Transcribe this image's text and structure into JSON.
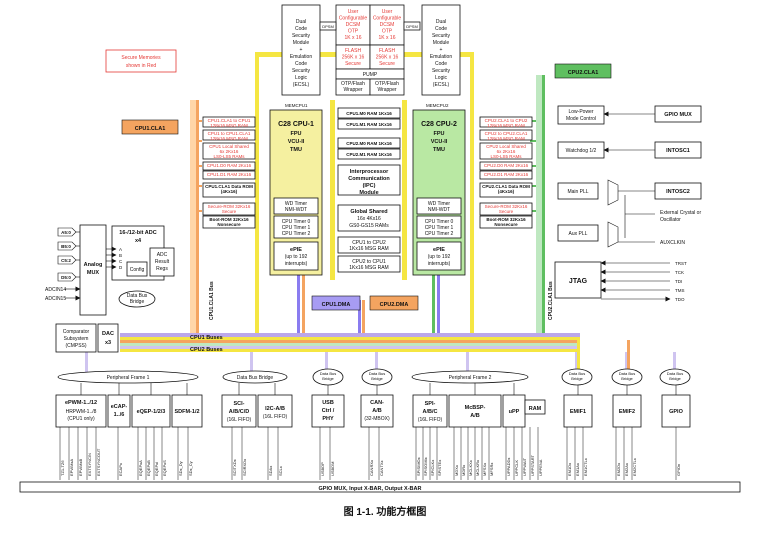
{
  "caption": "图 1-1. 功能方框图",
  "secure_note": [
    "Secure Memories",
    "shown in Red"
  ],
  "cla": {
    "cla1": "CPU1.CLA1",
    "cla2": "CPU2.CLA1",
    "cla1_bus": "CPU1.CLA1 Bus",
    "cla2_bus": "CPU2.CLA1 Bus"
  },
  "cpu1": {
    "lines": [
      "C28 CPU-1",
      "FPU",
      "VCU-II",
      "TMU"
    ],
    "wd": [
      "WD Timer",
      "NMI-WDT"
    ],
    "timers": [
      "CPU Timer 0",
      "CPU Timer 1",
      "CPU Timer 2"
    ],
    "epie": [
      "ePIE",
      "(up to 192",
      "interrupts)"
    ],
    "memcpu": "MEMCPU1"
  },
  "cpu2": {
    "lines": [
      "C28 CPU-2",
      "FPU",
      "VCU-II",
      "TMU"
    ],
    "wd": [
      "WD Timer",
      "NMI-WDT"
    ],
    "timers": [
      "CPU Timer 0",
      "CPU Timer 1",
      "CPU Timer 2"
    ],
    "epie": [
      "ePIE",
      "(up to 192",
      "interrupts)"
    ],
    "memcpu": "MEMCPU2"
  },
  "left_mem": [
    [
      "CPU1.CLA1 to CPU1",
      "128x16 MSG RAM"
    ],
    [
      "CPU1 to CPU1.CLA1",
      "128x16 MSG RAM"
    ],
    [
      "CPU1 Local Shared",
      "6x 2Kx16",
      "LS0-LS5 RAMs"
    ],
    [
      "CPU1.D0 RAM 2Kx16"
    ],
    [
      "CPU1.D1 RAM 2Kx16"
    ],
    [
      "CPU1.CLA1 Data ROM",
      "(4Kx16)"
    ],
    [
      "Secure-ROM 32Kx16",
      "Secure"
    ],
    [
      "Boot-ROM 32Kx16",
      "Nonsecure"
    ]
  ],
  "right_mem": [
    [
      "CPU2.CLA1 to CPU2",
      "128x16 MSG RAM"
    ],
    [
      "CPU2 to CPU2.CLA1",
      "128x16 MSG RAM"
    ],
    [
      "CPU2 Local Shared",
      "6x 2Kx16",
      "LS0-LS5 RAMs"
    ],
    [
      "CPU2.D0 RAM 2Kx16"
    ],
    [
      "CPU2.D1 RAM 2Kx16"
    ],
    [
      "CPU2.CLA1 Data ROM",
      "(4Kx16)"
    ],
    [
      "Secure-ROM 32Kx16",
      "Secure"
    ],
    [
      "Boot-ROM 32Kx16",
      "Nonsecure"
    ]
  ],
  "center_mem": [
    [
      "CPU1.M0 RAM 1Kx16"
    ],
    [
      "CPU1.M1 RAM 1Kx16"
    ],
    [
      "CPU2.M0 RAM 1Kx16"
    ],
    [
      "CPU2.M1 RAM 1Kx16"
    ]
  ],
  "ipc": [
    "Interprocessor",
    "Communication",
    "(IPC)",
    "Module"
  ],
  "gsram": [
    "Global Shared",
    "16x 4Kx16",
    "GS0-GS15 RAMs"
  ],
  "msg": [
    [
      "CPU1 to CPU2",
      "1Kx16 MSG RAM"
    ],
    [
      "CPU2 to CPU1",
      "1Kx16 MSG RAM"
    ]
  ],
  "flash": {
    "dcsm_left": [
      "Dual",
      "Code",
      "Security",
      "Module",
      "+",
      "Emulation",
      "Code",
      "Security",
      "Logic",
      "(ECSL)"
    ],
    "dcsm_right": [
      "Dual",
      "Code",
      "Security",
      "Module",
      "+",
      "Emulation",
      "Code",
      "Security",
      "Logic",
      "(ECSL)"
    ],
    "otp": [
      "User",
      "Configurable",
      "DCSM",
      "OTP",
      "1K x 16"
    ],
    "flash": [
      "FLASH",
      "256K x 16",
      "Secure"
    ],
    "pump": "PUMP",
    "wrapper": [
      "OTP/Flash",
      "Wrapper"
    ],
    "bus_tag": "DPSM"
  },
  "dma": {
    "cpu1": "CPU1.DMA",
    "cpu2": "CPU2.DMA"
  },
  "analog": {
    "pins": [
      "A5:0",
      "B5:0",
      "C5:2",
      "D5:0"
    ],
    "mux": [
      "Analog",
      "MUX"
    ],
    "adc": [
      "16-/12-bit ADC",
      "x4"
    ],
    "adc_ch": [
      "A",
      "B",
      "C",
      "D"
    ],
    "config": "Config",
    "result": [
      "ADC",
      "Result",
      "Regs"
    ],
    "extin": [
      "ADCIN14",
      "ADCIN15"
    ],
    "dbb": [
      "Data Bus",
      "Bridge"
    ],
    "comparator": [
      "Comparator",
      "Subsystem",
      "(CMPSS)"
    ],
    "dac": [
      "DAC",
      "x3"
    ]
  },
  "right_panel": {
    "lpm": [
      "Low-Power",
      "Mode Control"
    ],
    "gpiomux": "GPIO MUX",
    "wdog": "Watchdog 1/2",
    "intosc1": "INTOSC1",
    "mainpll": "Main PLL",
    "intosc2": "INTOSC2",
    "xtal": [
      "External Crystal or",
      "Oscillator"
    ],
    "auxpll": "Aux PLL",
    "auxclkin": "AUXCLKIN",
    "jtag": "JTAG",
    "jtag_pins": [
      "TRST",
      "TCK",
      "TDI",
      "TMS",
      "TDO"
    ]
  },
  "buses": {
    "cpu1": "CPU1 Buses",
    "cpu2": "CPU2 Buses"
  },
  "bottom": {
    "frame1": "Peripheral Frame 1",
    "frame2": "Peripheral Frame 2",
    "bridge": "Data Bus Bridge",
    "dbb": [
      "Data Bus",
      "Bridge"
    ],
    "epwm": [
      "ePWM-1../12",
      "HRPWM-1../8",
      "(CPU1 only)"
    ],
    "ecap": [
      "eCAP-",
      "1../6"
    ],
    "eqep": "eQEP-1/2/3",
    "sdfm": "SDFM-1/2",
    "sci": [
      "SCI-",
      "A/B/C/D",
      "(16L FIFO)"
    ],
    "i2c": [
      "I2C-A/B",
      "(16L FIFO)"
    ],
    "usb": [
      "USB",
      "Ctrl /",
      "PHY"
    ],
    "can": [
      "CAN-",
      "A/B",
      "(32-MBOX)"
    ],
    "spi": [
      "SPI-",
      "A/B/C",
      "(16L FIFO)"
    ],
    "mcbsp": [
      "McBSP-",
      "A/B"
    ],
    "upp": "uPP",
    "ram": "RAM",
    "emif1": "EMIF1",
    "emif2": "EMIF2",
    "gpio": "GPIO",
    "gpio_bar": "GPIO MUX, Input X-BAR, Output X-BAR"
  },
  "signals": {
    "epwm": [
      "TZ1-TZ6",
      "EPWMxA",
      "EPWMxB",
      "EXTSYNCIN",
      "EXTSYNCOUT"
    ],
    "ecap": [
      "ECAPx"
    ],
    "eqep": [
      "EQEPxA",
      "EQEPxB",
      "EQEPxI",
      "EQEPxS"
    ],
    "sdfm": [
      "SDx_Dy",
      "SDx_Cy"
    ],
    "sci": [
      "SCITXDx",
      "SCIRXDx"
    ],
    "i2c": [
      "SDAx",
      "SCLx"
    ],
    "usb": [
      "USBDP",
      "USBDM"
    ],
    "can": [
      "CANRXx",
      "CANTXx"
    ],
    "spi": [
      "SPISIMOx",
      "SPISOMIx",
      "SPICLKx",
      "SPISTEx"
    ],
    "mcbsp": [
      "MDXx",
      "MDRx",
      "MCLKXx",
      "MCLKRx",
      "MFSXx",
      "MFSRx"
    ],
    "upp": [
      "UPPADDx",
      "UPPCLK",
      "UPPWAIT",
      "UPPSTART",
      "UPPENA"
    ],
    "emif1": [
      "EM1Dx",
      "EM1Ax",
      "EM1CTLx"
    ],
    "emif2": [
      "EM2Dx",
      "EM2Ax",
      "EM2CTLx"
    ],
    "gpio": [
      "GPIOn"
    ]
  }
}
